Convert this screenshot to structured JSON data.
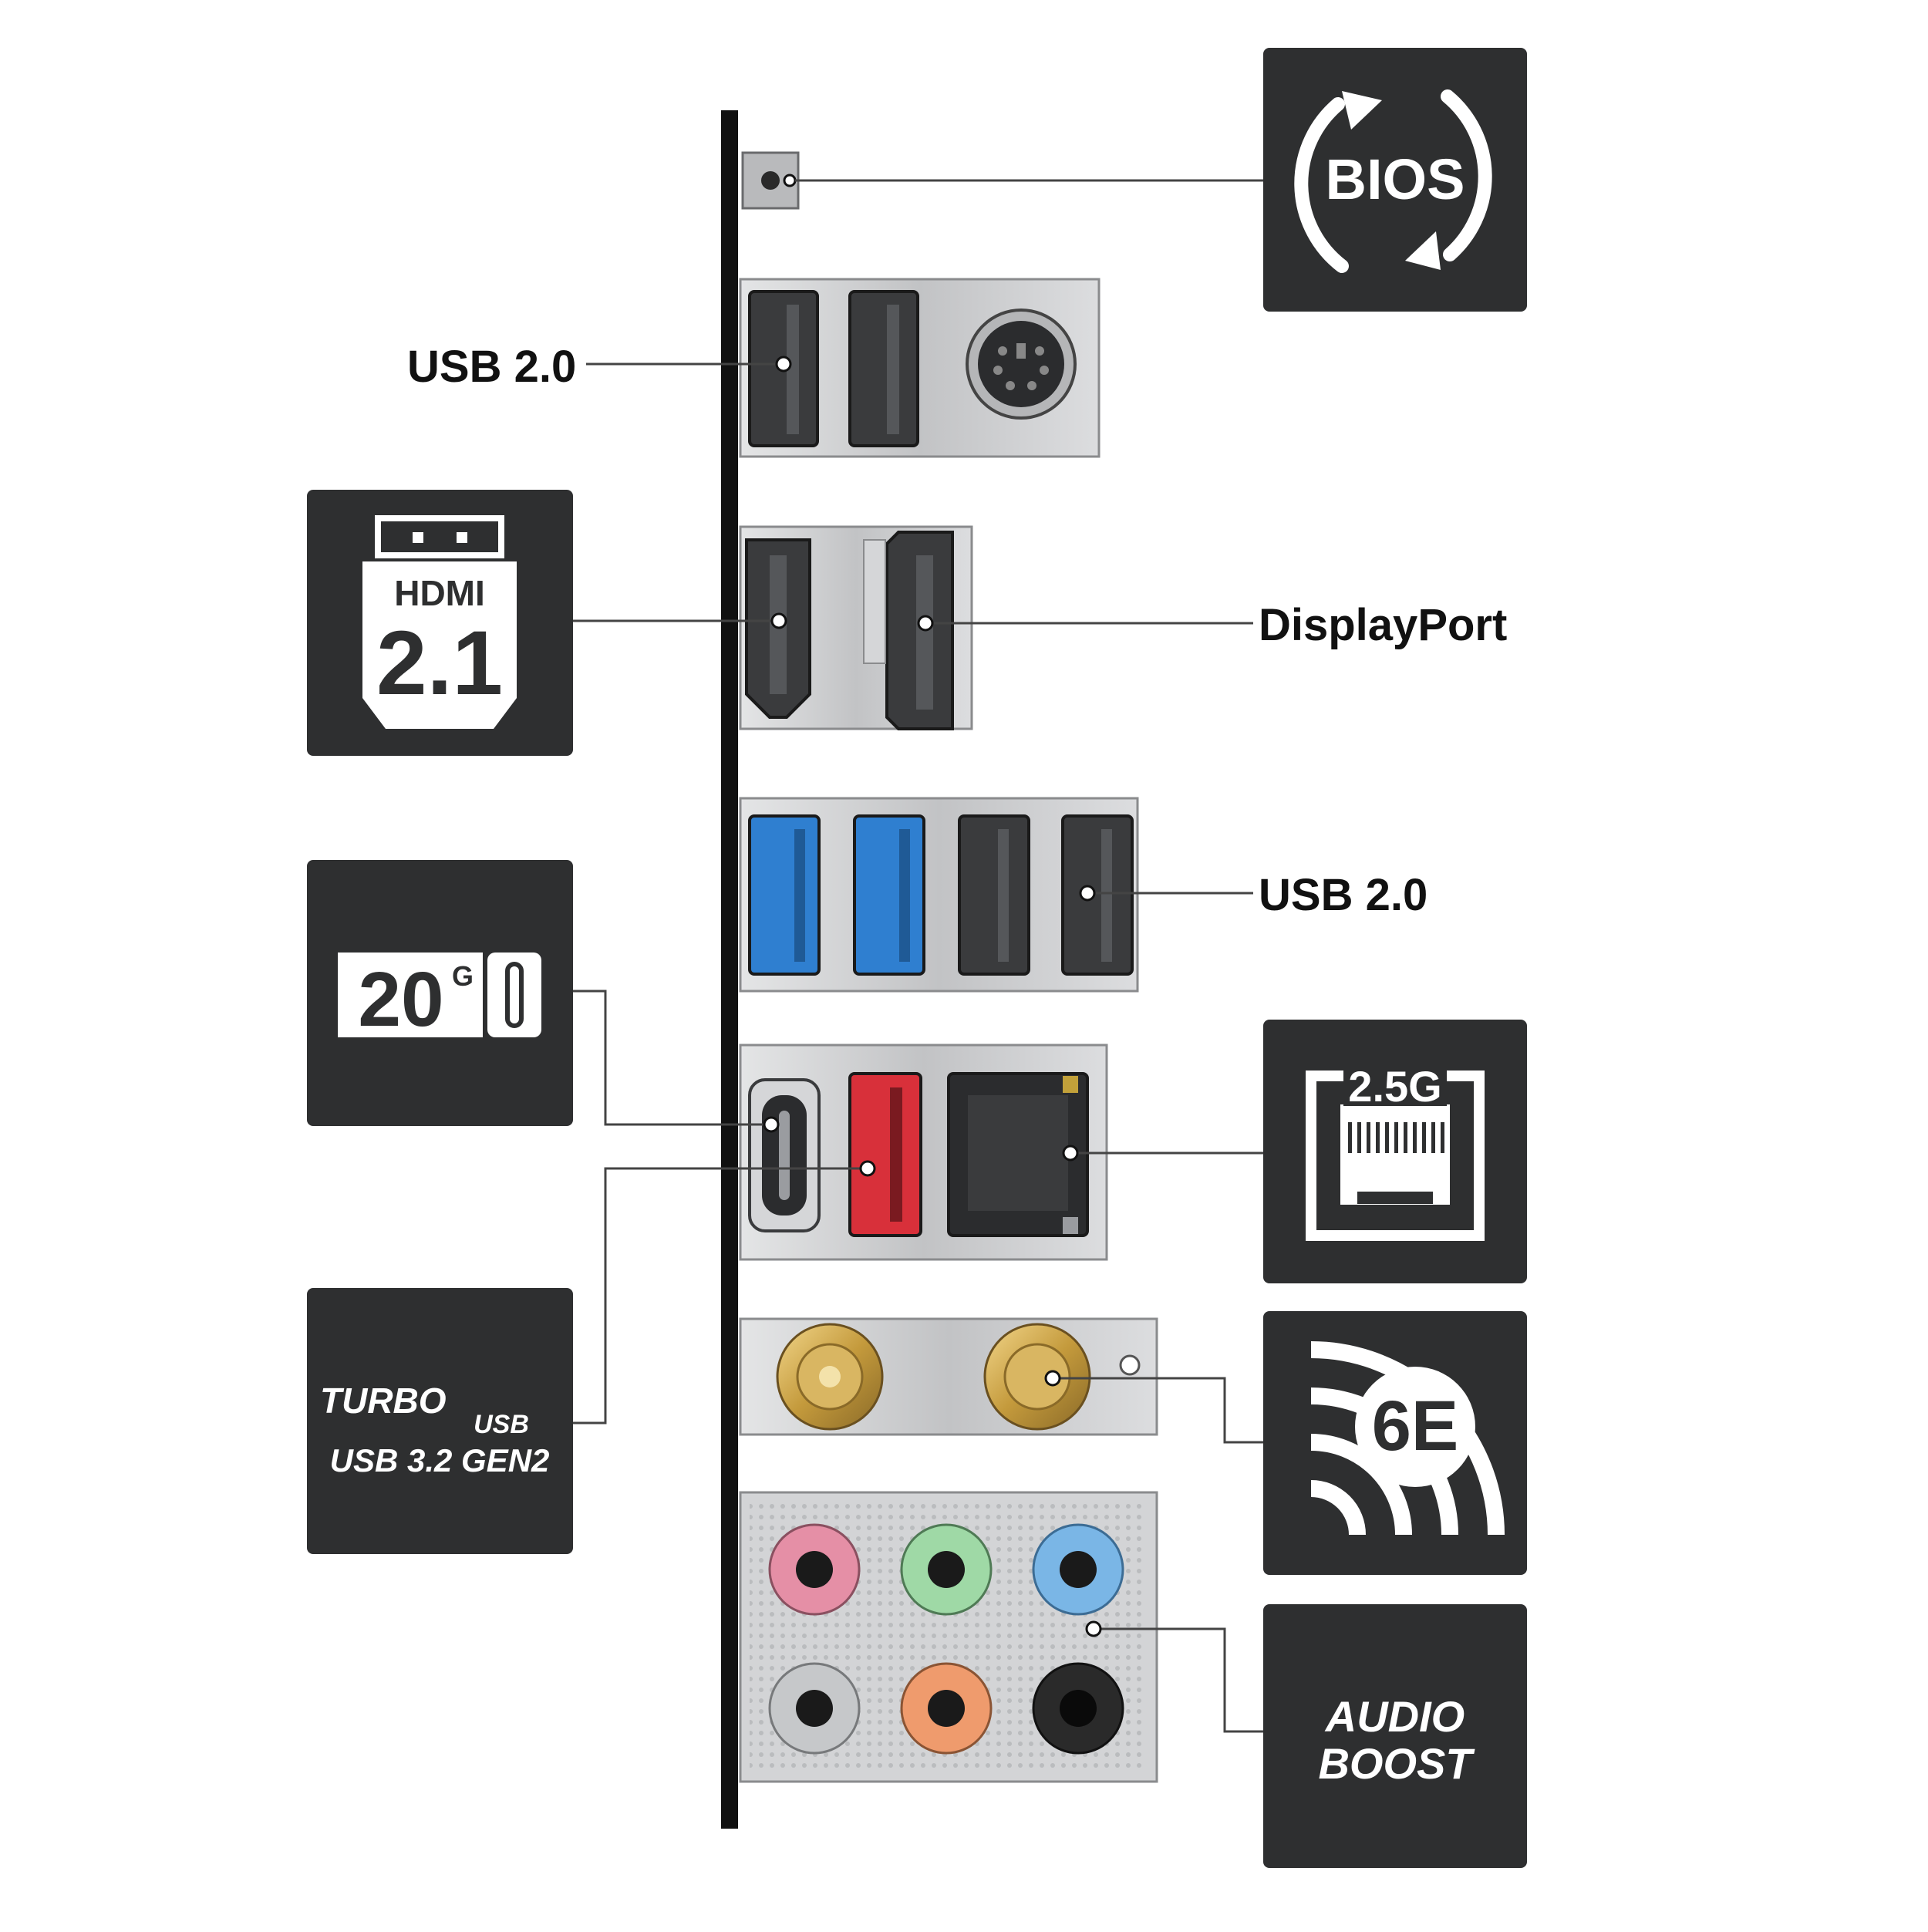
{
  "labels": {
    "usb20_top": "USB 2.0",
    "displayport": "DisplayPort",
    "usb20_mid": "USB 2.0"
  },
  "icons": {
    "bios": {
      "text": "BIOS"
    },
    "hdmi": {
      "brand": "HDMI",
      "version": "2.1"
    },
    "usb_c_20g": {
      "speed": "20",
      "unit": "G"
    },
    "turbo_usb": {
      "line1a": "TURBO",
      "line1b": "USB",
      "line2": "USB 3.2 GEN2"
    },
    "lan": {
      "speed": "2.5G"
    },
    "wifi": {
      "text": "6E"
    },
    "audio": {
      "line1": "AUDIO",
      "line2": "BOOST"
    }
  },
  "colors": {
    "icon_bg": "#2e2f30",
    "icon_fg": "#ffffff",
    "panel": "#c9cacc",
    "usb3_blue": "#2f7fd0",
    "usb_red": "#d8303a",
    "gold": "#c8a24a",
    "jack_pink": "#e58fa6",
    "jack_green": "#9fd9a6",
    "jack_blue": "#7ab6e6",
    "jack_grey": "#c6c8ca",
    "jack_orange": "#ef9b6d",
    "jack_black": "#2a2a2a"
  }
}
